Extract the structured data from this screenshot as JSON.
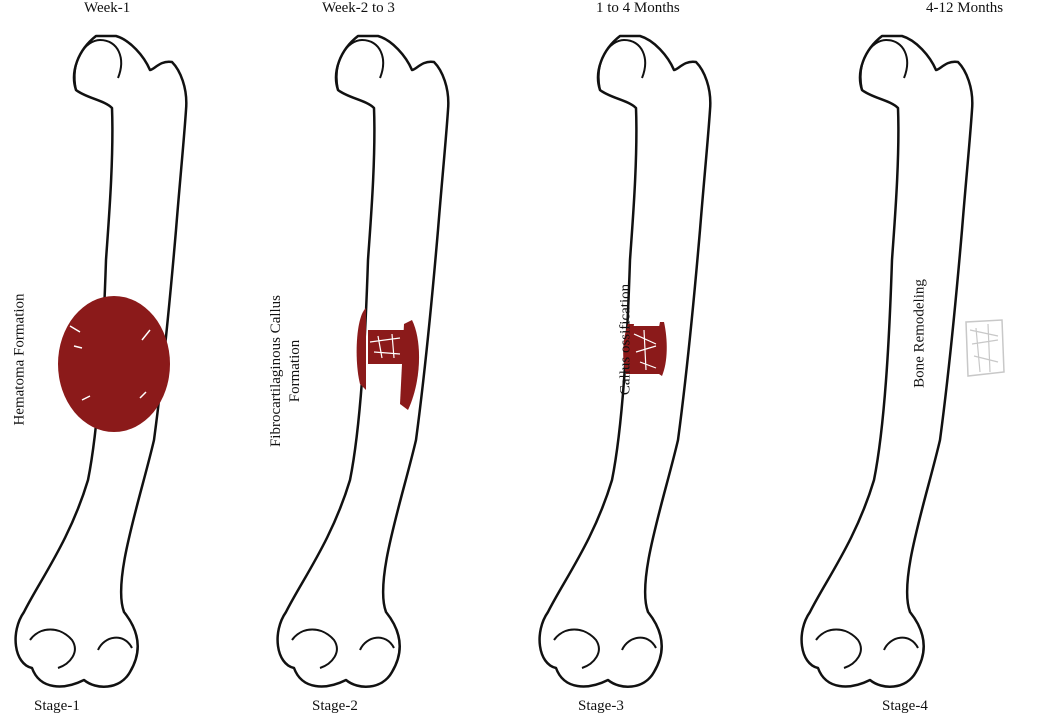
{
  "stages": [
    {
      "period": "Week-1",
      "label": "Stage-1",
      "phase_lines": [
        "Hematoma Formation"
      ],
      "state": "hematoma"
    },
    {
      "period": "Week-2 to 3",
      "label": "Stage-2",
      "phase_lines": [
        "Fibrocartilaginous Callus",
        "Formation"
      ],
      "state": "soft-callus"
    },
    {
      "period": "1 to 4 Months",
      "label": "Stage-3",
      "phase_lines": [
        "Callus ossification"
      ],
      "state": "hard-callus"
    },
    {
      "period": "4-12 Months",
      "label": "Stage-4",
      "phase_lines": [
        "Bone Remodeling"
      ],
      "state": "remodeling"
    }
  ],
  "colors": {
    "callus": "#8b1a1a",
    "outline": "#111111",
    "remodel": "#c8c8c8"
  }
}
